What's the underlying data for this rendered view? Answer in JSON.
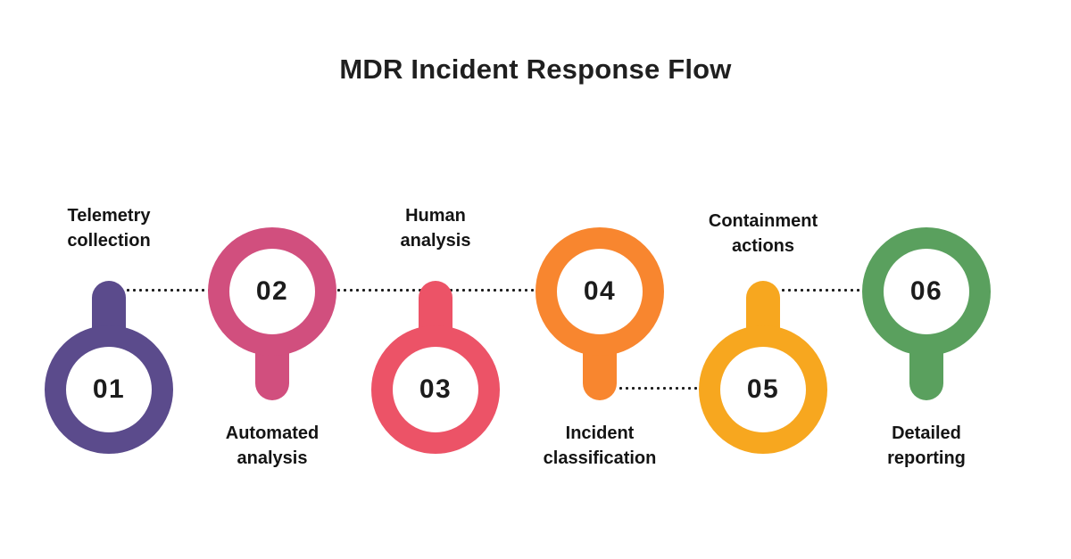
{
  "title": "MDR Incident Response Flow",
  "colors": {
    "background": "#ffffff",
    "title_text": "#1f1f1f",
    "label_text": "#141414",
    "number_text": "#1c1c1c",
    "connector": "#1b1b1b"
  },
  "steps": [
    {
      "number": "01",
      "label_lines": [
        "Telemetry",
        "collection"
      ],
      "label_position": "above",
      "color": "#5b4b8c"
    },
    {
      "number": "02",
      "label_lines": [
        "Automated",
        "analysis"
      ],
      "label_position": "below",
      "color": "#d14f7e"
    },
    {
      "number": "03",
      "label_lines": [
        "Human",
        "analysis"
      ],
      "label_position": "above",
      "color": "#ec5367"
    },
    {
      "number": "04",
      "label_lines": [
        "Incident",
        "classification"
      ],
      "label_position": "below",
      "color": "#f8862f"
    },
    {
      "number": "05",
      "label_lines": [
        "Containment",
        "actions"
      ],
      "label_position": "above",
      "color": "#f7a71f"
    },
    {
      "number": "06",
      "label_lines": [
        "Detailed",
        "reporting"
      ],
      "label_position": "below",
      "color": "#5aa05e"
    }
  ],
  "connectors": [
    {
      "from": "01",
      "to": "02"
    },
    {
      "from": "02",
      "to": "04"
    },
    {
      "from": "04",
      "to": "05"
    },
    {
      "from": "05",
      "to": "06"
    }
  ]
}
